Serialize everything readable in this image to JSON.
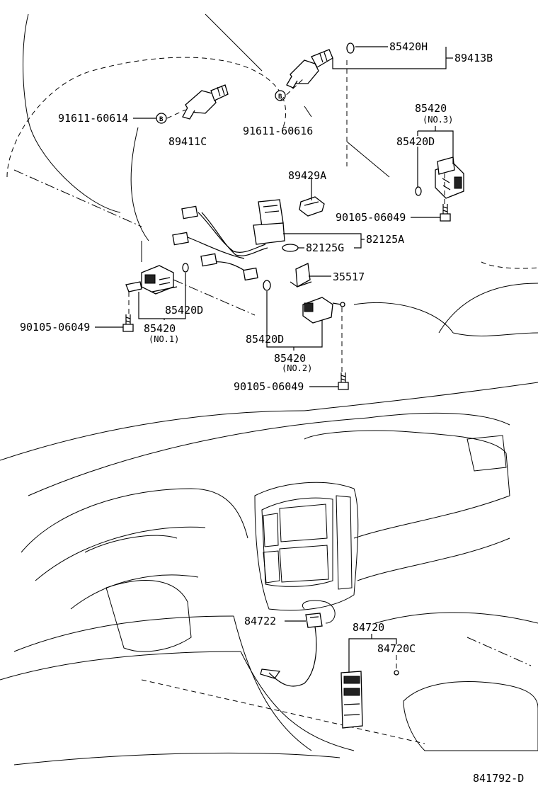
{
  "labels": {
    "p85420H": "85420H",
    "p89413B": "89413B",
    "p91611_60614": "91611-60614",
    "p89411C": "89411C",
    "p91611_60616": "91611-60616",
    "p85420_no3": "85420",
    "p85420_no3_sub": "(NO.3)",
    "p85420D_r": "85420D",
    "p89429A": "89429A",
    "p90105_r": "90105-06049",
    "p82125G": "82125G",
    "p82125A": "82125A",
    "p35517": "35517",
    "p85420D_l": "85420D",
    "p90105_l": "90105-06049",
    "p85420_no1": "85420",
    "p85420_no1_sub": "(NO.1)",
    "p85420D_c": "85420D",
    "p85420_no2": "85420",
    "p85420_no2_sub": "(NO.2)",
    "p90105_c": "90105-06049",
    "p84722": "84722",
    "p84720": "84720",
    "p84720C": "84720C",
    "diagram_id": "841792-D",
    "bolt_mark": "B"
  }
}
